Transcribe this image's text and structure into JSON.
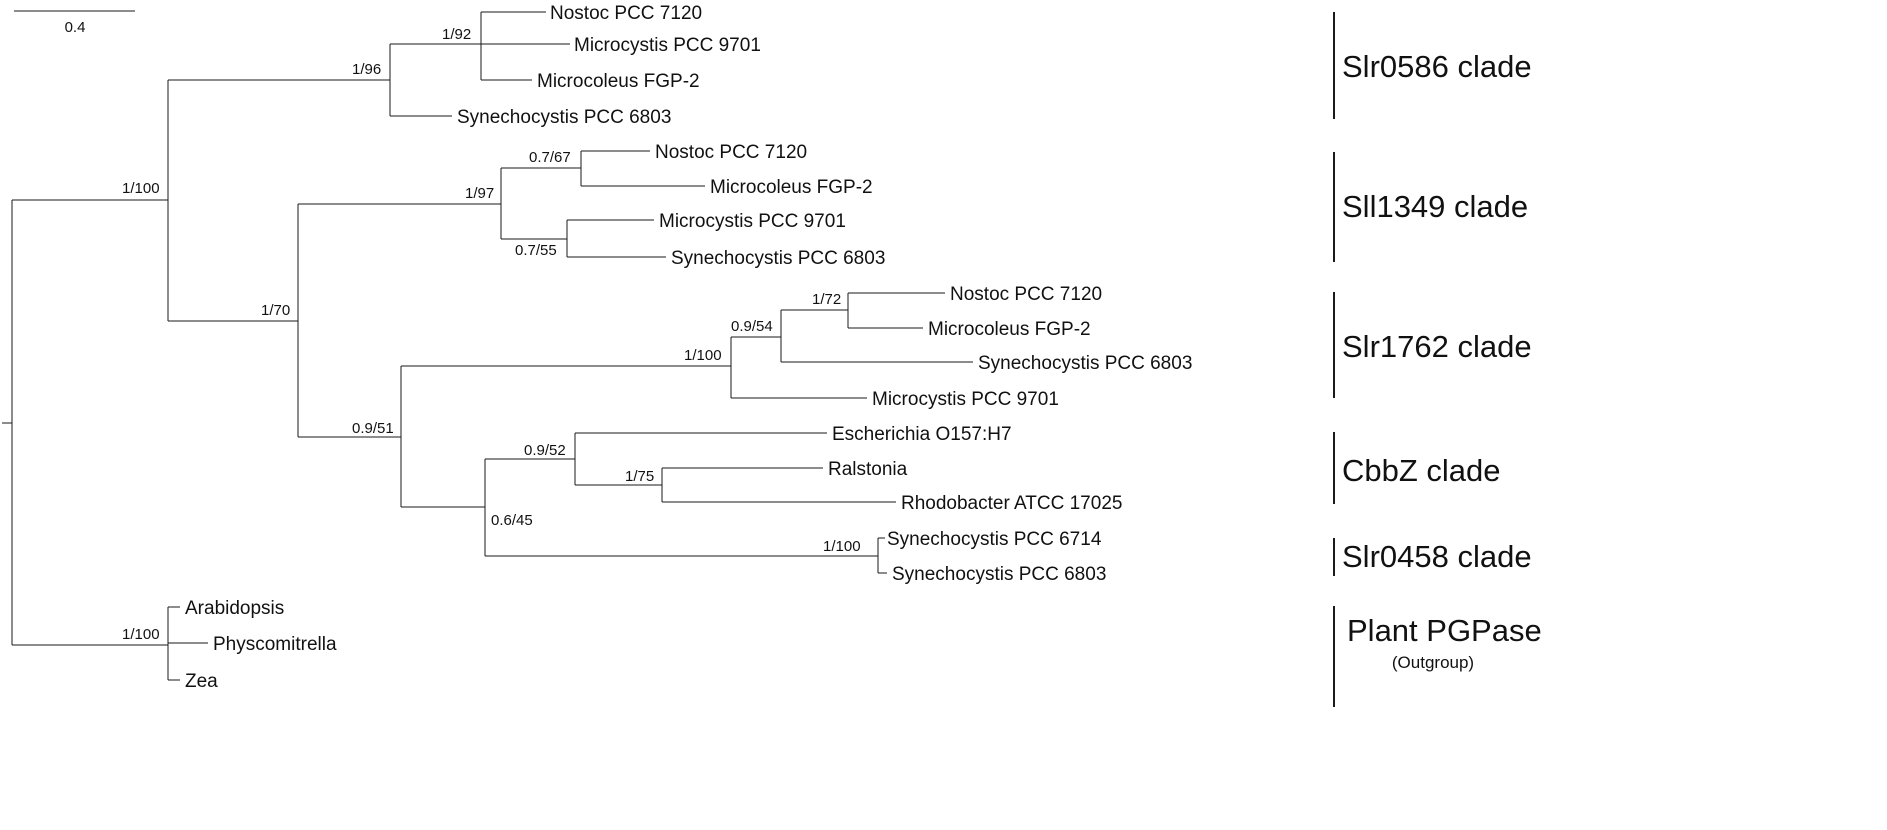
{
  "scale_bar": {
    "label": "0.4"
  },
  "leaves": {
    "slr0586_nostoc": "Nostoc PCC 7120",
    "slr0586_microcystis": "Microcystis PCC 9701",
    "slr0586_microcoleus": "Microcoleus FGP-2",
    "slr0586_synechocystis": "Synechocystis PCC 6803",
    "sll1349_nostoc": "Nostoc PCC 7120",
    "sll1349_microcoleus": "Microcoleus FGP-2",
    "sll1349_microcystis": "Microcystis PCC 9701",
    "sll1349_synechocystis": "Synechocystis PCC 6803",
    "slr1762_nostoc": "Nostoc PCC 7120",
    "slr1762_microcoleus": "Microcoleus FGP-2",
    "slr1762_synechocystis": "Synechocystis PCC 6803",
    "slr1762_microcystis": "Microcystis PCC 9701",
    "cbbz_escherichia": "Escherichia O157:H7",
    "cbbz_ralstonia": "Ralstonia",
    "cbbz_rhodobacter": "Rhodobacter ATCC 17025",
    "slr0458_syn6714": "Synechocystis PCC 6714",
    "slr0458_syn6803": "Synechocystis PCC 6803",
    "plant_arabidopsis": "Arabidopsis",
    "plant_physcomitrella": "Physcomitrella",
    "plant_zea": "Zea"
  },
  "support": {
    "n_root_ingroup": "1/100",
    "n_slr0586": "1/96",
    "n_slr0586_inner": "1/92",
    "n_rest": "1/70",
    "n_sll1349": "1/97",
    "n_sll1349_a": "0.7/67",
    "n_sll1349_b": "0.7/55",
    "n_slr1762_cbbz_slr0458": "0.9/51",
    "n_slr1762": "1/100",
    "n_slr1762_a": "0.9/54",
    "n_slr1762_b": "1/72",
    "n_cbbz_slr0458": "0.6/45",
    "n_cbbz": "0.9/52",
    "n_cbbz_b": "1/75",
    "n_slr0458": "1/100",
    "n_plant": "1/100"
  },
  "clades": {
    "slr0586": "Slr0586 clade",
    "sll1349": "Sll1349 clade",
    "slr1762": "Slr1762 clade",
    "cbbz": "CbbZ clade",
    "slr0458": "Slr0458 clade",
    "plant": "Plant PGPase",
    "plant_sub": "(Outgroup)"
  }
}
